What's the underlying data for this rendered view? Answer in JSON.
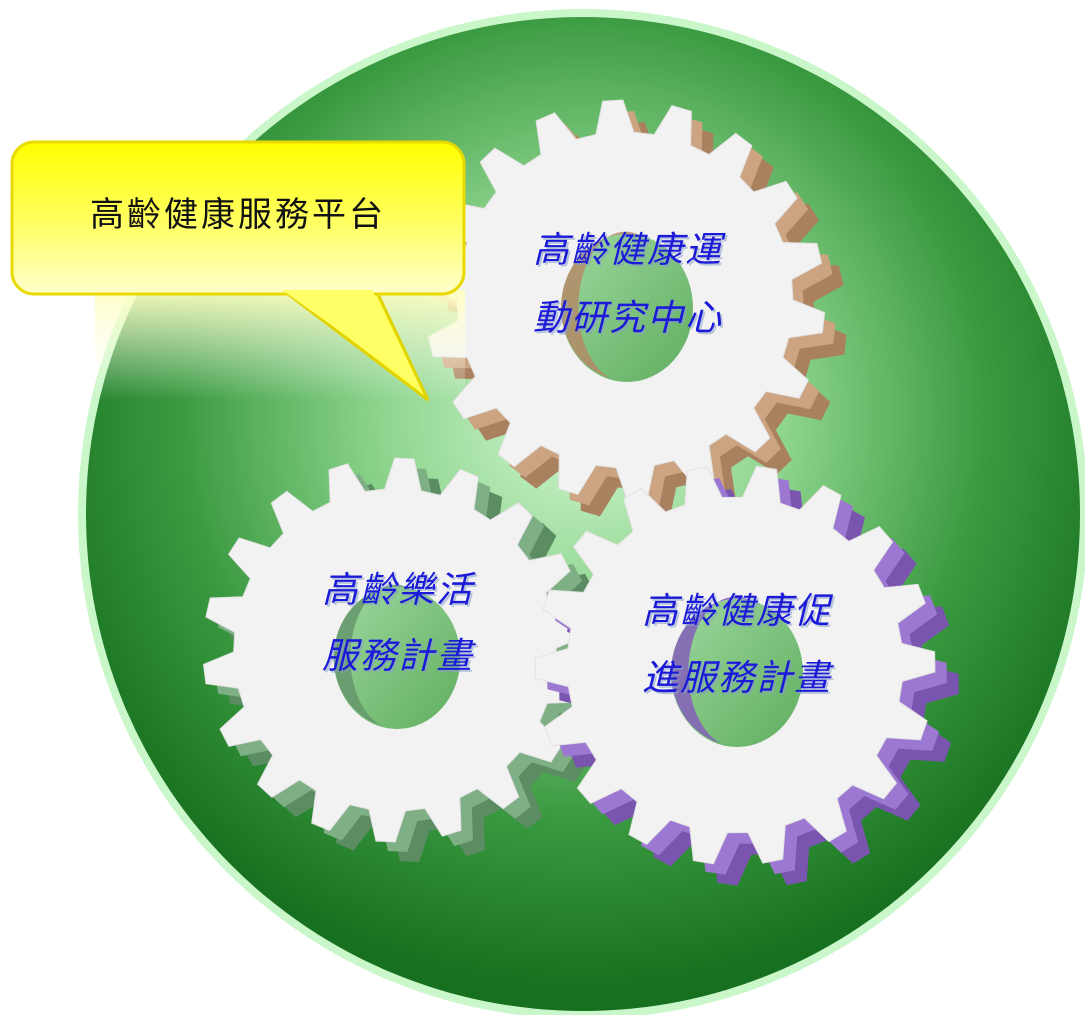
{
  "callout": {
    "text": "高齡健康服務平台"
  },
  "gears": [
    {
      "id": "top",
      "lines": [
        "高齡健康運",
        "動研究中心"
      ],
      "side_color": "#a9815e"
    },
    {
      "id": "left",
      "lines": [
        "高齡樂活",
        "服務計畫"
      ],
      "side_color": "#5b8c62"
    },
    {
      "id": "right",
      "lines": [
        "高齡健康促",
        "進服務計畫"
      ],
      "side_color": "#7a55b0"
    }
  ],
  "colors": {
    "disc_outer": "#1e7a28",
    "disc_inner": "#b8f0b8",
    "disc_rim": "#b9f5b9",
    "gear_face": "#f2f2f2",
    "callout_fill": "#ffff40",
    "callout_border": "#e6d800"
  }
}
